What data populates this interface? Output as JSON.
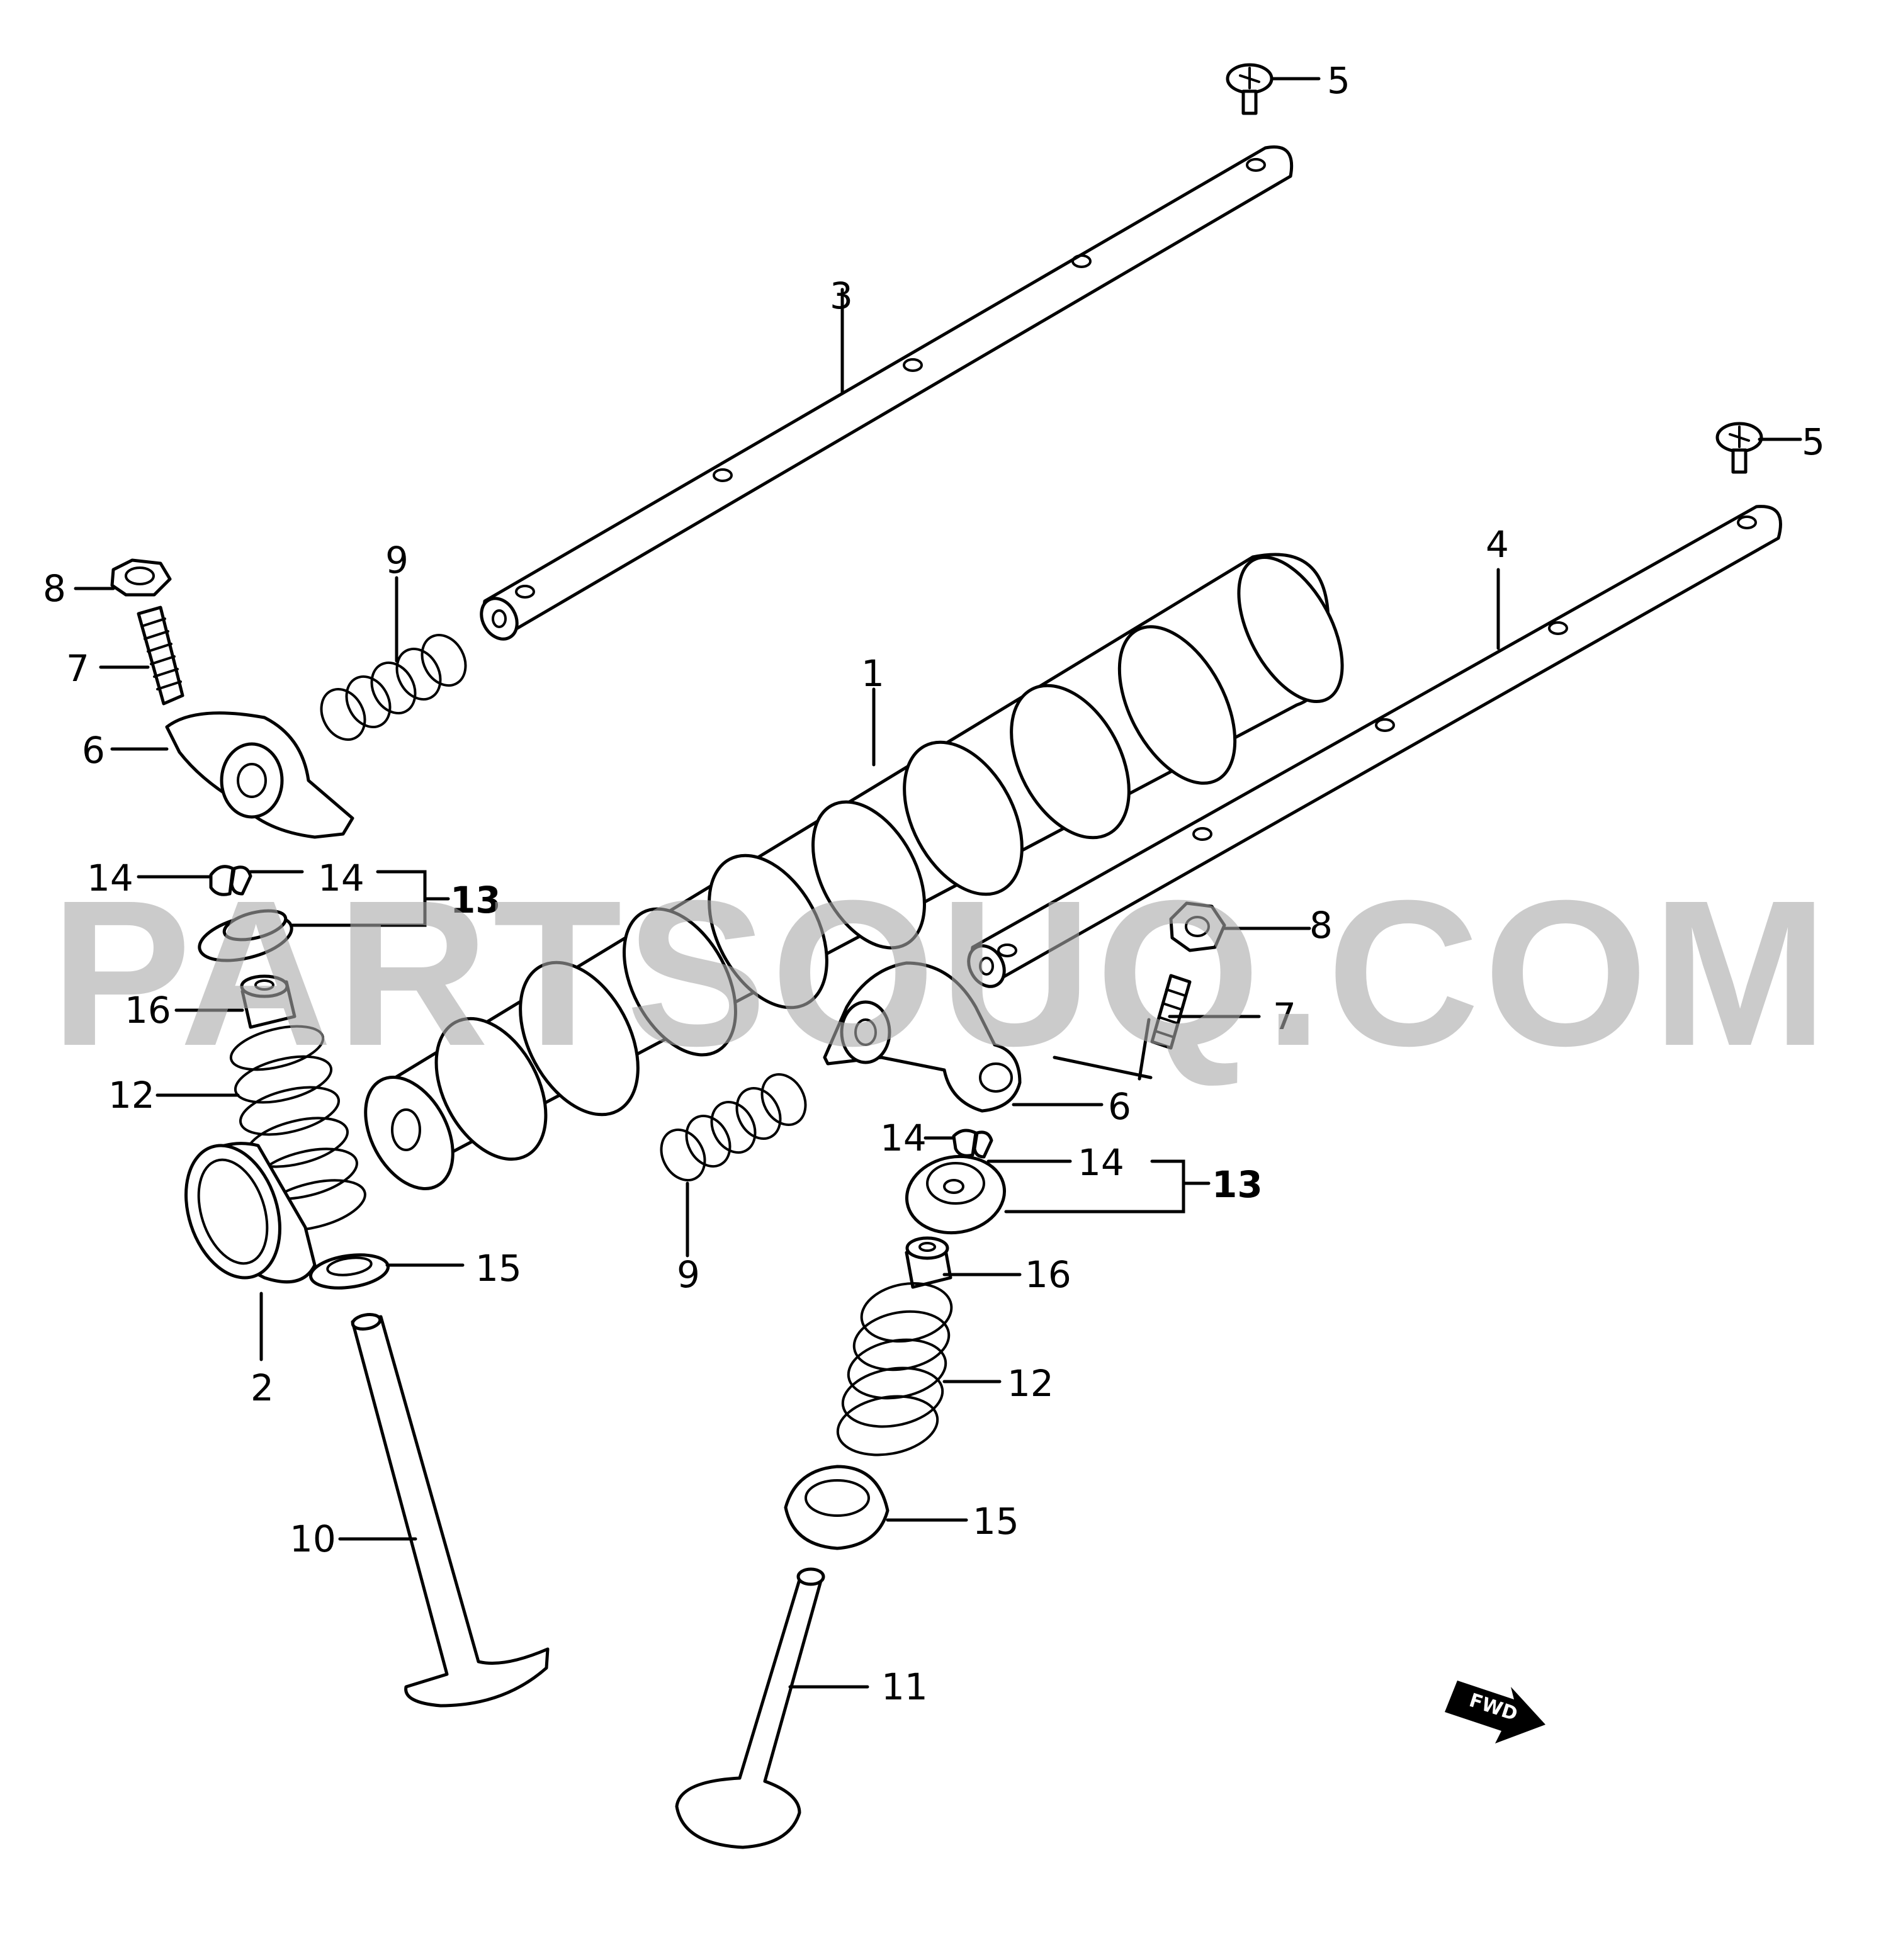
{
  "watermark": "PARTSOUQ.COM",
  "fwd_marker": "FWD",
  "labels": {
    "camshaft": "1",
    "oil_seal": "2",
    "rocker_shaft_upper": "3",
    "rocker_shaft_lower": "4",
    "screw_upper": "5",
    "screw_lower": "5",
    "rocker_arm_left": "6",
    "rocker_arm_right": "6",
    "adjusting_screw_left": "7",
    "adjusting_screw_right": "7",
    "lock_nut_left": "8",
    "lock_nut_right": "8",
    "spring_upper": "9",
    "spring_lower": "9",
    "valve_intake": "10",
    "valve_exhaust": "11",
    "valve_spring_left": "12",
    "valve_spring_right": "12",
    "retainer_group_left": "13",
    "retainer_group_right": "13",
    "cotter_left_a": "14",
    "cotter_left_b": "14",
    "cotter_right_a": "14",
    "cotter_right_b": "14",
    "spring_seat_left": "15",
    "spring_seat_right": "15",
    "stem_seal_left": "16",
    "stem_seal_right": "16"
  }
}
